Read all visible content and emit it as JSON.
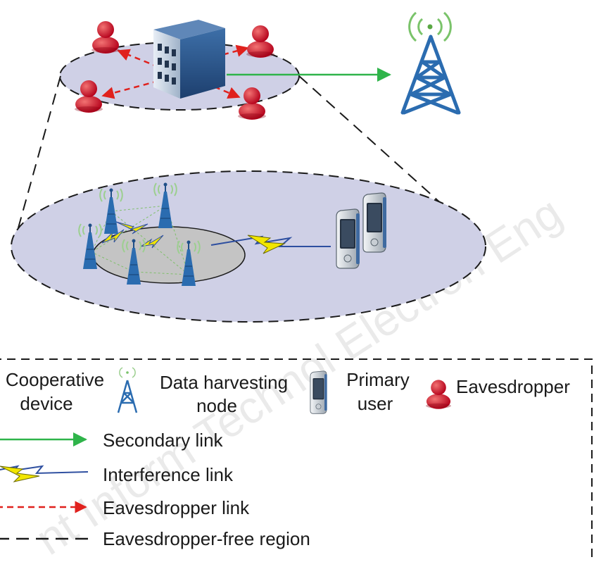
{
  "legend": {
    "cooperative_device": [
      "Cooperative",
      "device"
    ],
    "data_harvesting_node": [
      "Data harvesting",
      "node"
    ],
    "primary_user": [
      "Primary",
      "user"
    ],
    "eavesdropper": "Eavesdropper",
    "secondary_link": "Secondary link",
    "interference_link": "Interference link",
    "eavesdropper_link": "Eavesdropper link",
    "eavesdropper_free_region": "Eavesdropper-free region"
  },
  "watermark": "nt Inform Technol Electron Eng",
  "colors": {
    "secondary_link": "#2fb44a",
    "eavesdropper_link": "#e0211d",
    "eavesdropper": "#c8102e",
    "tower": "#2b6cb0",
    "signal_waves": "#7ac36a",
    "region_fill": "#cfd0e6",
    "inner_region_fill": "#c4c4c4",
    "lightning": "#f2e600"
  }
}
